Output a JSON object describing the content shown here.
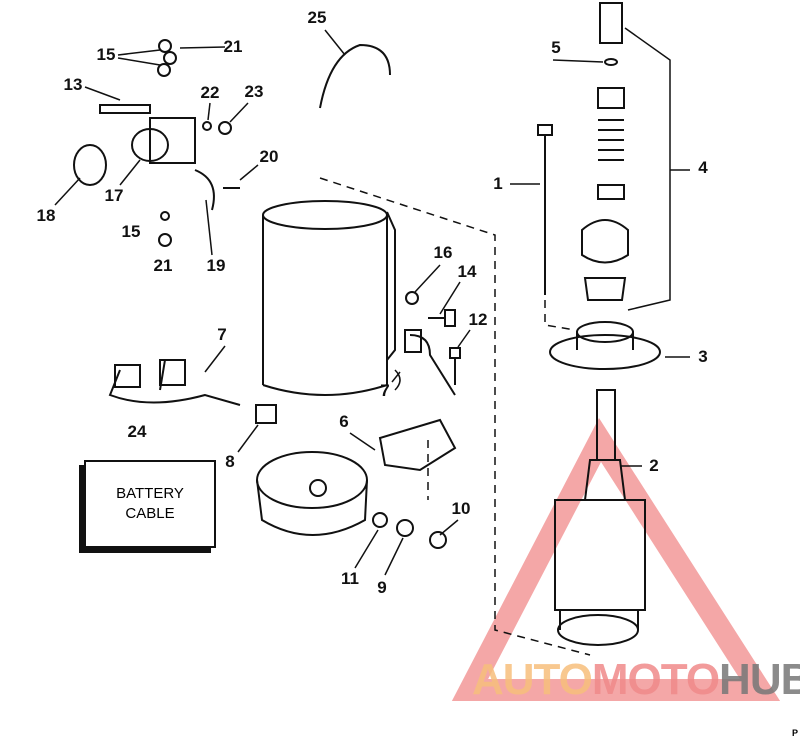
{
  "diagram": {
    "callouts": [
      "25",
      "5",
      "21",
      "15",
      "13",
      "22",
      "23",
      "20",
      "4",
      "1",
      "17",
      "18",
      "15",
      "21",
      "19",
      "16",
      "14",
      "12",
      "3",
      "7",
      "7",
      "24",
      "6",
      "8",
      "2",
      "10",
      "11",
      "9"
    ],
    "battery_cable_label": [
      "BATTERY",
      "CABLE"
    ],
    "corner_mark": "P"
  },
  "watermark": {
    "part1": "AUTO",
    "part2": "MOTO",
    "part3": "HUB",
    "colors": {
      "auto": "#f7bf7c",
      "moto": "#f08a8a",
      "hub": "#777777",
      "triangle": "#f08a8a"
    }
  }
}
